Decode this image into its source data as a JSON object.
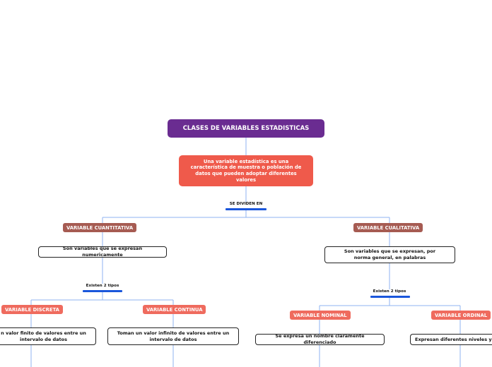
{
  "root": {
    "title": "CLASES DE VARIABLES ESTADISTICAS"
  },
  "definition": {
    "text": "Una variable estadística es una característica de muestra o población de datos que pueden adoptar diferentes valores"
  },
  "connector_main": {
    "label": "SE DIVIDEN EN"
  },
  "quantitative": {
    "title": "VARIABLE CUANTITATIVA",
    "description": "Son variables que se expresan numericamente",
    "connector": "Existen 2 tipos",
    "types": [
      {
        "title": "VARIABLE DISCRETA",
        "description": "n valor finito de valores entre un intervalo de datos"
      },
      {
        "title": "VARIABLE CONTINUA",
        "description": "Toman un valor infinito de valores entre un intervalo de datos"
      }
    ]
  },
  "qualitative": {
    "title": "VARIABLE CUALITATIVA",
    "description": "Son variables que se expresan, por norma general, en palabras",
    "connector": "Existen 2 tipos",
    "types": [
      {
        "title": "VARIABLE NOMINAL",
        "description": "Se expresa un nombre claramente diferenciado"
      },
      {
        "title": "VARIABLE ORDINAL",
        "description": "Expresan diferentes niveles y o"
      }
    ]
  },
  "colors": {
    "root": "#6a2c91",
    "definition": "#ef5a4b",
    "main_branch": "#a65b52",
    "sub_branch": "#ef6b5e",
    "connector_bar": "#1a56db",
    "lines": "#8fb3f0"
  }
}
